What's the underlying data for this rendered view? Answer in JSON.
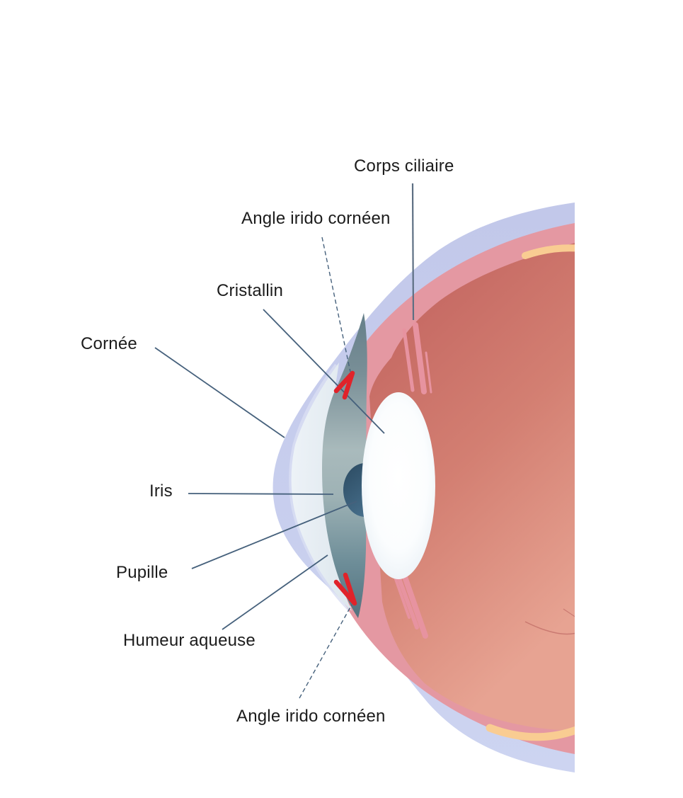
{
  "diagram": {
    "type": "anatomical-eye-cross-section",
    "language": "fr",
    "labels": {
      "corps_ciliaire": "Corps ciliaire",
      "angle_irido_corneen_haut": "Angle irido cornéen",
      "cristallin": "Cristallin",
      "cornee": "Cornée",
      "iris": "Iris",
      "pupille": "Pupille",
      "humeur_aqueuse": "Humeur aqueuse",
      "angle_irido_corneen_bas": "Angle irido cornéen"
    },
    "colors": {
      "text": "#1c1c1c",
      "leader": "#46617c",
      "leader_strong": "#5d6f83",
      "marker": "#e0232a",
      "sclera_light": "#c2c8ea",
      "sclera_dark": "#cdd4f1",
      "choroid": "#e498a2",
      "vitreous_dark": "#bf5f5c",
      "vitreous_mid": "#d37f72",
      "vitreous_light": "#e7a392",
      "chamber_light": "#eef3f8",
      "chamber_dark": "#dfe8ee",
      "iris_light": "#a9babc",
      "iris_dark": "#53717e",
      "pupil_dark": "#2b4a61",
      "pupil_light": "#4a7390",
      "lens_center": "#ffffff",
      "lens_edge": "#dce8f0",
      "crescent": "#f9cc92",
      "ciliary_fiber": "#e793a0"
    }
  }
}
